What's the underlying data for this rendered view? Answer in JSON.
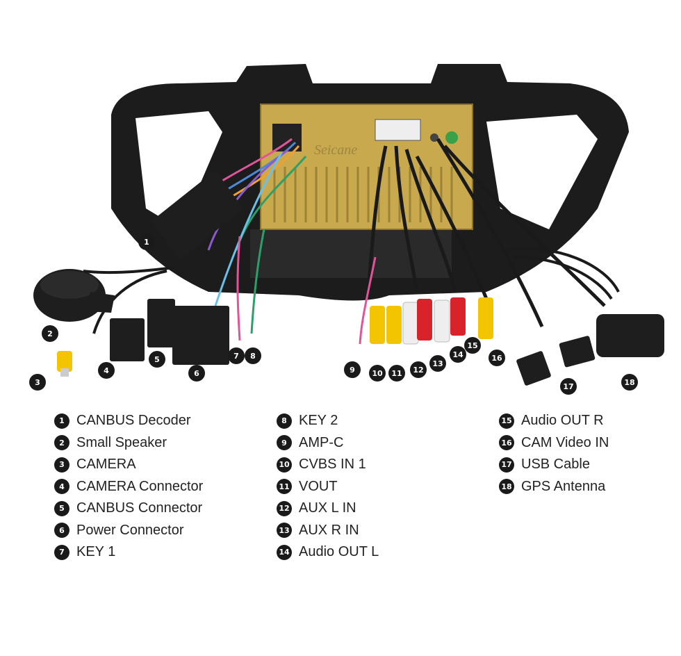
{
  "head_unit": {
    "brand": "Seicane"
  },
  "markers": [
    {
      "number": "1"
    },
    {
      "number": "2"
    },
    {
      "number": "3"
    },
    {
      "number": "4"
    },
    {
      "number": "5"
    },
    {
      "number": "6"
    },
    {
      "number": "7"
    },
    {
      "number": "8"
    },
    {
      "number": "9"
    },
    {
      "number": "10"
    },
    {
      "number": "11"
    },
    {
      "number": "12"
    },
    {
      "number": "13"
    },
    {
      "number": "14"
    },
    {
      "number": "15"
    },
    {
      "number": "16"
    },
    {
      "number": "17"
    },
    {
      "number": "18"
    }
  ],
  "legend": {
    "col1": [
      {
        "number": "1",
        "label": "CANBUS Decoder"
      },
      {
        "number": "2",
        "label": "Small Speaker"
      },
      {
        "number": "3",
        "label": "CAMERA"
      },
      {
        "number": "4",
        "label": "CAMERA Connector"
      },
      {
        "number": "5",
        "label": "CANBUS Connector"
      },
      {
        "number": "6",
        "label": "Power Connector"
      },
      {
        "number": "7",
        "label": "KEY 1"
      }
    ],
    "col2": [
      {
        "number": "8",
        "label": "KEY 2"
      },
      {
        "number": "9",
        "label": "AMP-C"
      },
      {
        "number": "10",
        "label": "CVBS IN 1"
      },
      {
        "number": "11",
        "label": "VOUT"
      },
      {
        "number": "12",
        "label": "AUX L IN"
      },
      {
        "number": "13",
        "label": "AUX R IN"
      },
      {
        "number": "14",
        "label": "Audio OUT L"
      }
    ],
    "col3": [
      {
        "number": "15",
        "label": "Audio OUT R"
      },
      {
        "number": "16",
        "label": "CAM Video IN"
      },
      {
        "number": "17",
        "label": "USB Cable"
      },
      {
        "number": "18",
        "label": "GPS Antenna"
      }
    ]
  },
  "colors": {
    "frame": "#1c1c1c",
    "chassis": "#c9a94e",
    "rca_yellow": "#f2c500",
    "rca_red": "#d8232a",
    "rca_white": "#eeeeee",
    "marker": "#1a1a1a"
  }
}
